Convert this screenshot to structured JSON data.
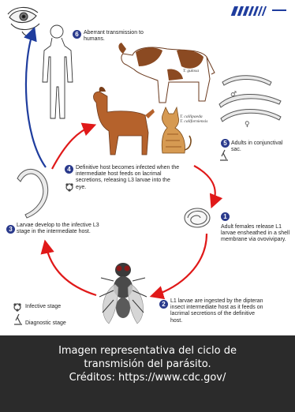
{
  "diagram": {
    "steps": [
      {
        "number": "1",
        "text": "Adult females release L1 larvae ensheathed in a shell membrane via ovovivipary."
      },
      {
        "number": "2",
        "text": "L1 larvae are ingested by the dipteran insect intermediate host as it feeds on lacrimal secretions of the definitive host."
      },
      {
        "number": "3",
        "text": "Larvae develop to the infective L3 stage in the intermediate host."
      },
      {
        "number": "4",
        "text": "Definitive host becomes infected when the intermediate host feeds on lacrimal secretions, releasing L3 larvae into the eye."
      },
      {
        "number": "5",
        "text": "Adults in conjunctival sac."
      },
      {
        "number": "6",
        "text": "Aberrant transmission to humans."
      }
    ],
    "species": {
      "gulosa": "T. gulosa",
      "callipaeda": "T. callipaeda",
      "californiensis": "T. californiensis"
    },
    "legend": {
      "infective": "Infective stage",
      "diagnostic": "Diagnostic stage"
    },
    "colors": {
      "arrow_red": "#e01919",
      "arrow_blue": "#1f3d9e",
      "step_badge": "#2a3a8c"
    },
    "icons": [
      "eye-icon",
      "human-icon",
      "cow-icon",
      "dog-icon",
      "cat-icon",
      "worm-icon",
      "larva-icon",
      "fly-icon",
      "biohazard-icon",
      "microscope-icon",
      "cdc-logo-icon"
    ]
  },
  "caption": {
    "line1": "Imagen representativa del ciclo de",
    "line2": "transmisión del parásito.",
    "line3": "Créditos: https://www.cdc.gov/"
  }
}
